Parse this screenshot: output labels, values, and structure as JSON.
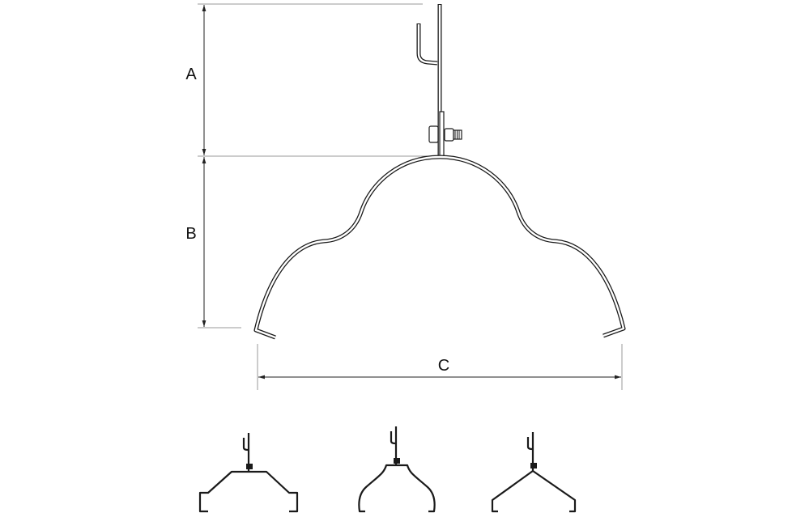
{
  "dimensions": {
    "a_label": "A",
    "b_label": "B",
    "c_label": "C"
  },
  "views": {
    "main": "pipe-clamp-bracket-curved",
    "variants": [
      "trapezoid-bracket",
      "curved-bracket",
      "v-bracket"
    ]
  }
}
